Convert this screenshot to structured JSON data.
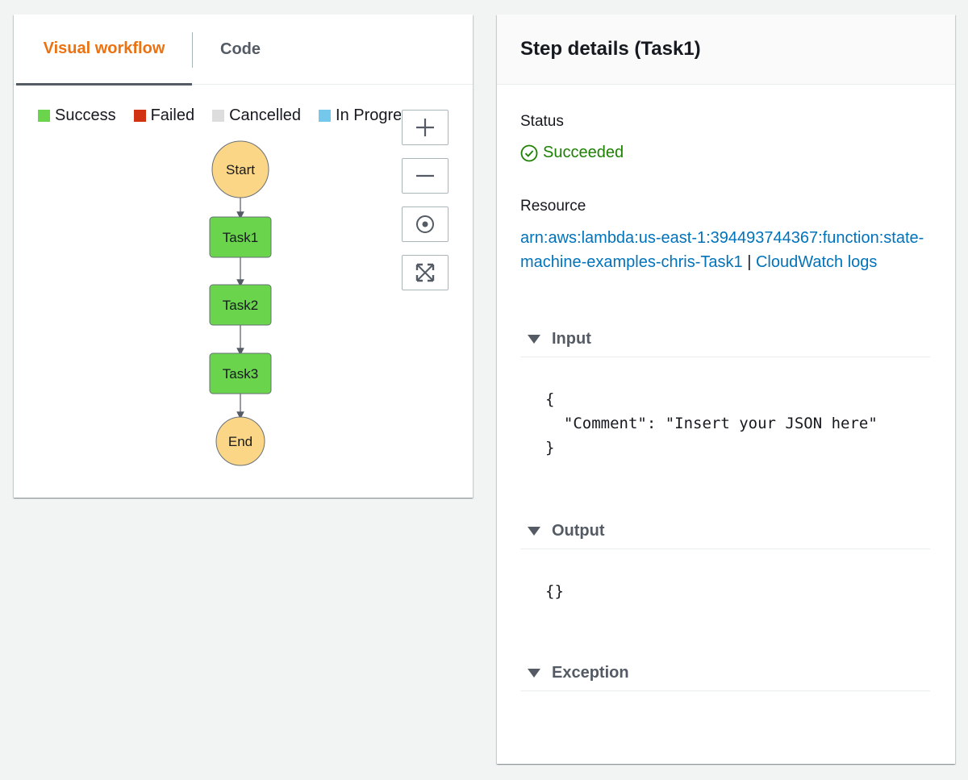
{
  "workflow": {
    "tabs": [
      {
        "label": "Visual workflow",
        "active": true
      },
      {
        "label": "Code",
        "active": false
      }
    ],
    "legend": [
      {
        "label": "Success",
        "color": "#69d44c"
      },
      {
        "label": "Failed",
        "color": "#d13212"
      },
      {
        "label": "Cancelled",
        "color": "#dddddd"
      },
      {
        "label": "In Progre",
        "color": "#73c8eb"
      }
    ],
    "zoom_controls": [
      {
        "icon": "plus-icon"
      },
      {
        "icon": "minus-icon"
      },
      {
        "icon": "center-target-icon"
      },
      {
        "icon": "fit-to-screen-icon"
      }
    ],
    "nodes": [
      {
        "label": "Start",
        "type": "terminal",
        "color": "#fad686"
      },
      {
        "label": "Task1",
        "type": "task",
        "color": "#69d44c"
      },
      {
        "label": "Task2",
        "type": "task",
        "color": "#69d44c"
      },
      {
        "label": "Task3",
        "type": "task",
        "color": "#69d44c"
      },
      {
        "label": "End",
        "type": "terminal",
        "color": "#fad686"
      }
    ]
  },
  "details": {
    "title": "Step details (Task1)",
    "status_label": "Status",
    "status_value": "Succeeded",
    "status_color": "#1d8102",
    "resource_label": "Resource",
    "resource_arn": "arn:aws:lambda:us-east-1:394493744367:function:state-machine-examples-chris-Task1",
    "separator": " | ",
    "cloudwatch_link": "CloudWatch logs",
    "link_color": "#0073bb",
    "sections": {
      "input": {
        "title": "Input",
        "body": "{\n  \"Comment\": \"Insert your JSON here\"\n}"
      },
      "output": {
        "title": "Output",
        "body": "{}"
      },
      "exception": {
        "title": "Exception"
      }
    }
  }
}
